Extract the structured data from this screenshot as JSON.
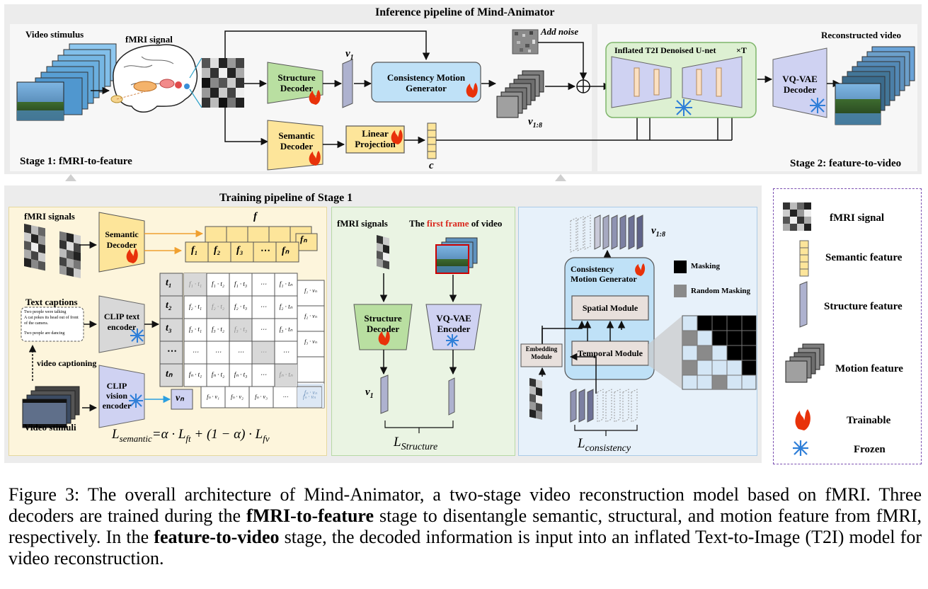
{
  "inference": {
    "title": "Inference pipeline of Mind-Animator",
    "video_stimulus": "Video stimulus",
    "fmri_signal": "fMRI signal",
    "structure_decoder": "Structure\nDecoder",
    "semantic_decoder": "Semantic\nDecoder",
    "v1": "v",
    "v1_sub": "1",
    "consistency_motion_generator": "Consistency Motion\nGenerator",
    "linear_projection": "Linear\nProjection",
    "c_label": "c",
    "v18": "v",
    "v18_sub": "1:8",
    "add_noise": "Add noise",
    "unet": "Inflated T2I Denoised U-net",
    "times_t": "×T",
    "vqvae_decoder": "VQ-VAE\nDecoder",
    "reconstructed_video": "Reconstructed video",
    "stage1": "Stage 1: fMRI-to-feature",
    "stage2": "Stage 2: feature-to-video"
  },
  "training": {
    "title": "Training pipeline of Stage 1",
    "fmri_signals": "fMRI signals",
    "semantic_decoder": "Semantic\nDecoder",
    "f_label": "f",
    "f_cells": [
      "f₁",
      "f₂",
      "f₃",
      "⋯",
      "fₙ"
    ],
    "text_captions": "Text captions",
    "caption_lines": [
      "Two people were talking",
      "A cat pokes its head out of front",
      "of the camera.",
      "Two people are dancing"
    ],
    "video_captioning": "video captioning",
    "clip_text_encoder": "CLIP text\nencoder",
    "clip_vision_encoder": "CLIP\nvision\nencoder",
    "video_stimuli": "Video stimuli",
    "t_rows": [
      "t₁",
      "t₂",
      "t₃",
      "⋯",
      "tₙ"
    ],
    "vn": "vₙ",
    "matrix_rows": [
      [
        "f₁ · t₁",
        "f₁ · t₂",
        "f₁ · t₃",
        "⋯",
        "f₁ · tₙ"
      ],
      [
        "f₂ · t₁",
        "f₂ · t₂",
        "f₂ · t₃",
        "⋯",
        "f₂ · tₙ"
      ],
      [
        "f₃ · t₁",
        "f₃ · t₂",
        "f₃ · t₃",
        "⋯",
        "f₃ · tₙ"
      ],
      [
        "⋯",
        "⋯",
        "⋯",
        "⋯",
        "⋯"
      ],
      [
        "fₙ · t₁",
        "fₙ · t₂",
        "fₙ · t₃",
        "⋯",
        "fₙ · tₙ"
      ]
    ],
    "side_col": [
      "f₁ · vₙ",
      "f₂ · vₙ",
      "f₃ · vₙ",
      "",
      "fₙ · vₙ"
    ],
    "bottom_row": [
      "fₙ · v₁",
      "fₙ · v₂",
      "fₙ · v₃",
      "⋯",
      "fₙ · vₙ"
    ],
    "loss_semantic": "L_semantic = α · L_ft + (1 − α) · L_fv",
    "loss_semantic_parts": {
      "L": "L",
      "sub": "semantic",
      "rest": "=α · L",
      "ft": "ft",
      "mid": " + (1 − α) · L",
      "fv": "fv"
    },
    "fmri_signals2": "fMRI signals",
    "first_frame_pre": "The ",
    "first_frame_red": "first frame",
    "first_frame_post": " of video",
    "structure_decoder": "Structure\nDecoder",
    "vqvae_encoder": "VQ-VAE\nEncoder",
    "v1": "v",
    "v1_sub": "1",
    "loss_structure": "L",
    "loss_structure_sub": "Structure",
    "v18": "v",
    "v18_sub": "1:8",
    "cmg": "Consistency\nMotion Generator",
    "spatial_module": "Spatial Module",
    "temporal_module": "Temporal Module",
    "embedding_module": "Embedding\nModule",
    "masking": "Masking",
    "random_masking": "Random Masking",
    "loss_consistency": "L",
    "loss_consistency_sub": "consistency"
  },
  "legend": {
    "items": [
      "fMRI signal",
      "Semantic feature",
      "Structure feature",
      "Motion feature",
      "Trainable",
      "Frozen"
    ]
  },
  "caption": {
    "p1": "Figure 3: The overall architecture of Mind-Animator, a two-stage video reconstruction model based on fMRI. Three decoders are trained during the ",
    "b1": "fMRI-to-feature",
    "p2": " stage to disentangle semantic, structural, and motion feature from fMRI, respectively. In the ",
    "b2": "feature-to-video",
    "p3": " stage, the decoded information is input into an inflated Text-to-Image (T2I) model for video reconstruction."
  },
  "colors": {
    "inference_bg": "#ececec",
    "stage1_bg": "#fdf5dc",
    "stage_mid_bg": "#eaf4e3",
    "stage_right_bg": "#e7f1fa",
    "structure_decoder": "#b9dfa1",
    "semantic_decoder": "#fde59a",
    "cmg": "#bfe1f7",
    "vqvae": "#cfd2f2",
    "unet_panel": "#ddf0d2",
    "flame": "#e8320a",
    "snow": "#2f7fd8",
    "legend_border": "#7b4fb1"
  }
}
